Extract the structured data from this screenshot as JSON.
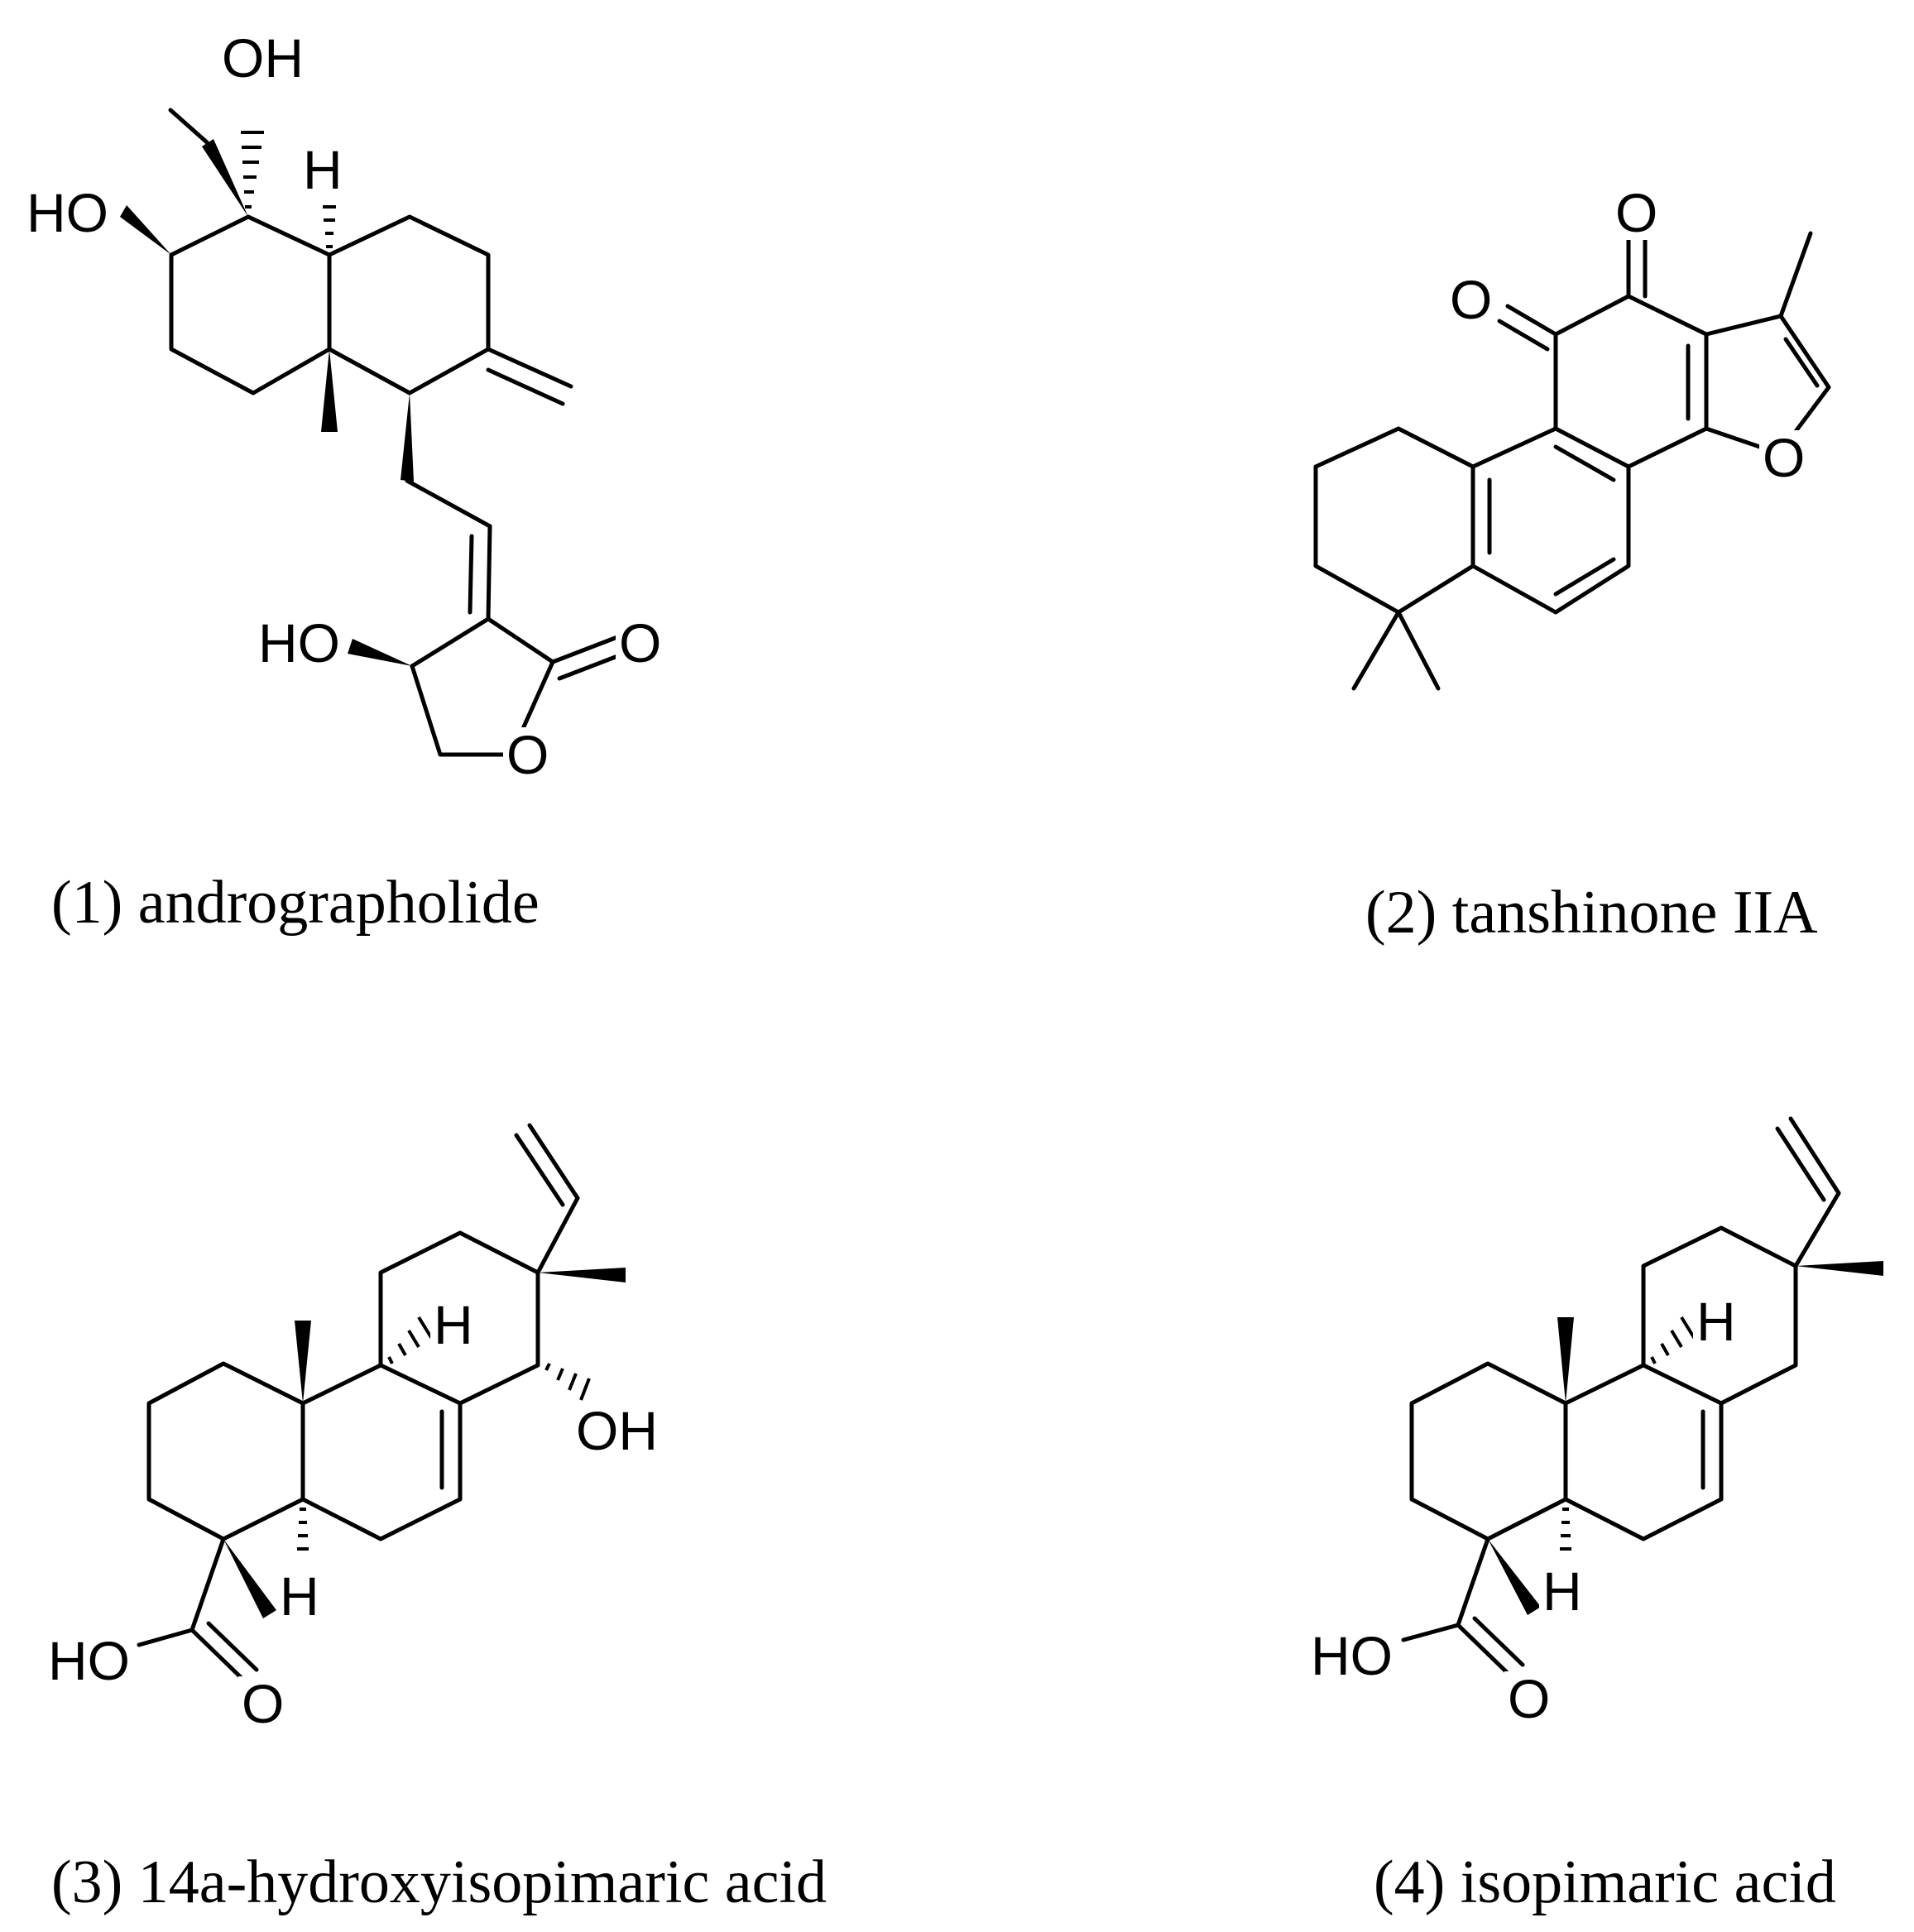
{
  "compounds": [
    {
      "caption": "(1) andrographolide",
      "atoms": {
        "oh_top": "OH",
        "ho_left": "HO",
        "h_junction": "H",
        "ho_lactone": "HO",
        "o_carbonyl": "O",
        "o_ring": "O"
      }
    },
    {
      "caption": "(2) tanshinone IIA",
      "atoms": {
        "o_top": "O",
        "o_left": "O",
        "o_furan": "O"
      }
    },
    {
      "caption": "(3) 14a-hydroxyisopimaric acid",
      "atoms": {
        "h_upper": "H",
        "oh": "OH",
        "h_lower": "H",
        "ho": "HO",
        "o_carbonyl": "O"
      }
    },
    {
      "caption": "(4) isopimaric acid",
      "atoms": {
        "h_upper": "H",
        "h_lower": "H",
        "ho": "HO",
        "o_carbonyl": "O"
      }
    }
  ]
}
